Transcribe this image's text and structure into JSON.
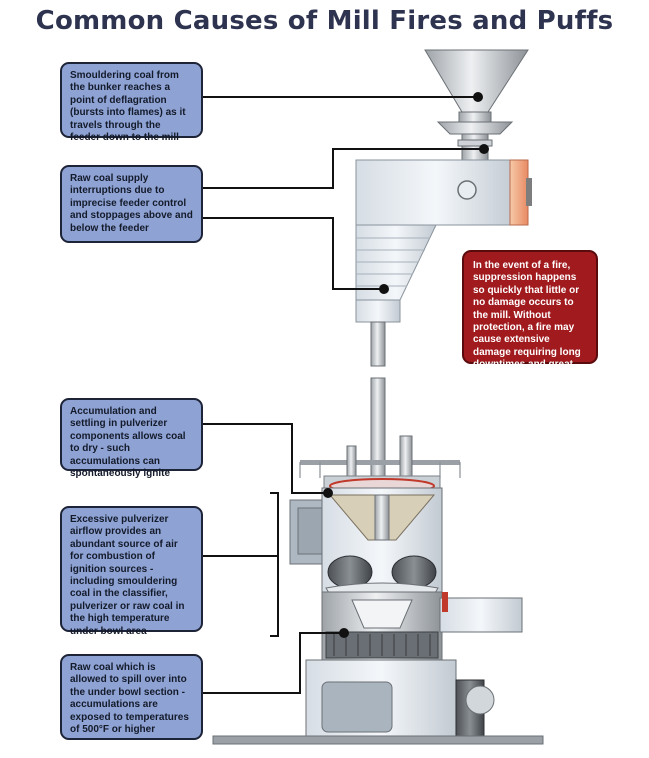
{
  "title": "Common Causes of Mill Fires and Puffs",
  "callouts": {
    "smouldering_coal": "Smouldering coal from the bunker reaches a point of deflagration (bursts into flames) as it travels through the feeder down to the mill",
    "raw_coal_interruptions": "Raw coal supply interruptions due to imprecise feeder control and stoppages above and below the feeder",
    "accumulation_settling": "Accumulation and settling in pulverizer components allows coal to dry - such accumulations can spontaneously ignite",
    "excessive_airflow": "Excessive pulverizer airflow provides an abundant source of air for combustion of ignition sources - including smouldering coal in the classifier, pulverizer or raw coal in the high temperature under bowl area",
    "raw_coal_spill": "Raw coal which is allowed to spill over into the under bowl section - accumulations are exposed to temperatures of 500°F or higher"
  },
  "warning": "In the event of a fire, suppression happens so quickly that little or no damage occurs to the mill. Without protection, a fire may cause extensive damage requiring long downtimes and great expense."
}
